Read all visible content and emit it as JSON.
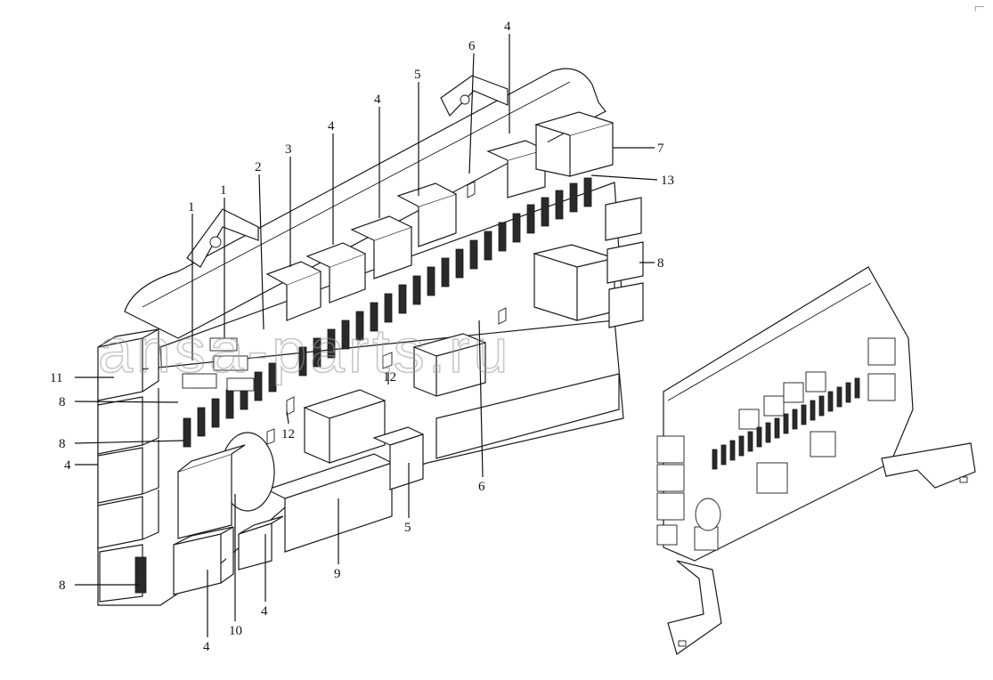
{
  "watermark": "ansa-parts.ru",
  "corner_mark": "┌─",
  "callouts": [
    {
      "id": "c4a",
      "text": "4"
    },
    {
      "id": "c6a",
      "text": "6"
    },
    {
      "id": "c5a",
      "text": "5"
    },
    {
      "id": "c4b",
      "text": "4"
    },
    {
      "id": "c4c",
      "text": "4"
    },
    {
      "id": "c3",
      "text": "3"
    },
    {
      "id": "c2",
      "text": "2"
    },
    {
      "id": "c1a",
      "text": "1"
    },
    {
      "id": "c1b",
      "text": "1"
    },
    {
      "id": "c7",
      "text": "7"
    },
    {
      "id": "c13",
      "text": "13"
    },
    {
      "id": "c8a",
      "text": "8"
    },
    {
      "id": "c11",
      "text": "11"
    },
    {
      "id": "c8b",
      "text": "8"
    },
    {
      "id": "c8c",
      "text": "8"
    },
    {
      "id": "c4d",
      "text": "4"
    },
    {
      "id": "c12a",
      "text": "12"
    },
    {
      "id": "c12b",
      "text": "12"
    },
    {
      "id": "c6b",
      "text": "6"
    },
    {
      "id": "c5b",
      "text": "5"
    },
    {
      "id": "c9",
      "text": "9"
    },
    {
      "id": "c8d",
      "text": "8"
    },
    {
      "id": "c4e",
      "text": "4"
    },
    {
      "id": "c10",
      "text": "10"
    },
    {
      "id": "c4f",
      "text": "4"
    }
  ]
}
